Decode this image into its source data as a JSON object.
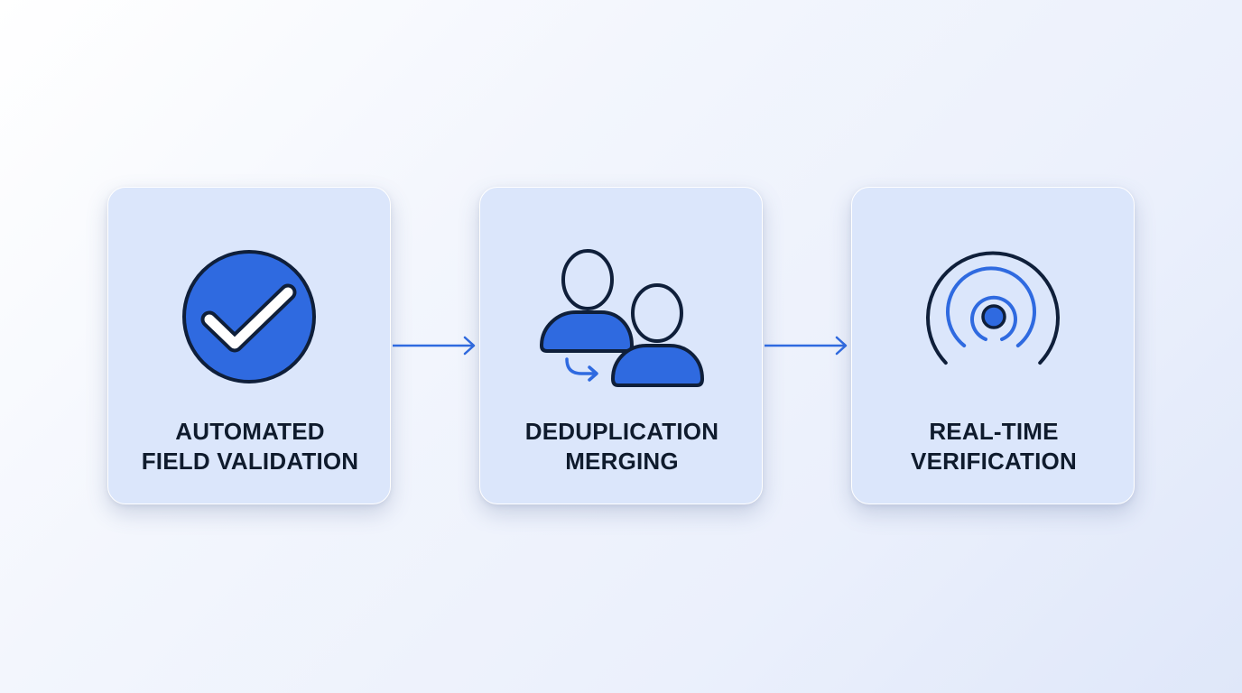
{
  "steps": [
    {
      "label_line1": "AUTOMATED",
      "label_line2": "FIELD VALIDATION",
      "icon": "checkmark-circle-icon"
    },
    {
      "label_line1": "DEDUPLICATION",
      "label_line2": "MERGING",
      "icon": "merge-users-icon"
    },
    {
      "label_line1": "REAL-TIME",
      "label_line2": "VERIFICATION",
      "icon": "signal-broadcast-icon"
    }
  ],
  "connectors": [
    "arrow-right-icon",
    "arrow-right-icon"
  ],
  "colors": {
    "accent_blue": "#2f6ae0",
    "dark_outline": "#0f1f3a",
    "card_background": "#dbe6fb",
    "label_text": "#0f1b2d"
  }
}
